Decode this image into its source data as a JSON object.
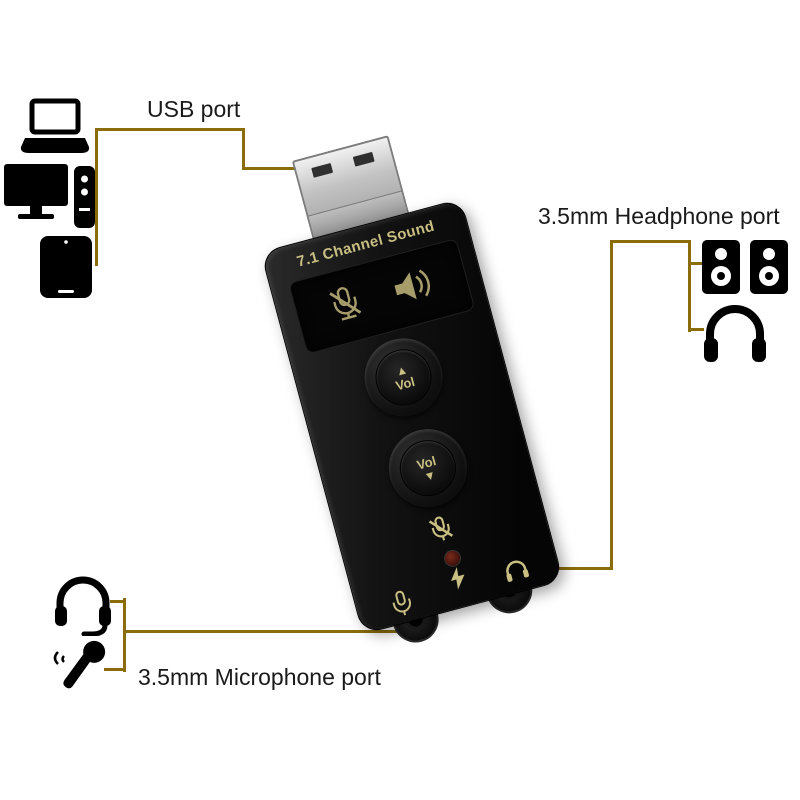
{
  "colors": {
    "accent": "#8a6d0a",
    "label_text": "#1a1a1a",
    "device_marking": "#c9bf82",
    "device_body": "#121212",
    "usb_metal": "#bdbdbd",
    "led": "#4a170f"
  },
  "labels": {
    "usb_port": "USB port",
    "headphone_port": "3.5mm Headphone port",
    "microphone_port": "3.5mm Microphone port"
  },
  "device": {
    "title": "7.1 Channel Sound",
    "vol_up": {
      "arrow": "▲",
      "label": "Vol"
    },
    "vol_down": {
      "label": "Vol",
      "arrow": "▼"
    }
  },
  "icons": {
    "usb_side": [
      "laptop-icon",
      "desktop-computer-icon",
      "tablet-icon"
    ],
    "headphone_side": [
      "speakers-icon",
      "headphones-icon"
    ],
    "microphone_side": [
      "headset-icon",
      "microphone-icon"
    ],
    "device_face": [
      "mic-mute-icon",
      "speaker-sound-icon",
      "volume-up-button",
      "volume-down-button",
      "mic-mute-small-icon",
      "led-indicator",
      "lightning-icon",
      "mic-jack-symbol",
      "headphone-jack-symbol",
      "mic-jack",
      "headphone-jack",
      "usb-plug"
    ]
  }
}
